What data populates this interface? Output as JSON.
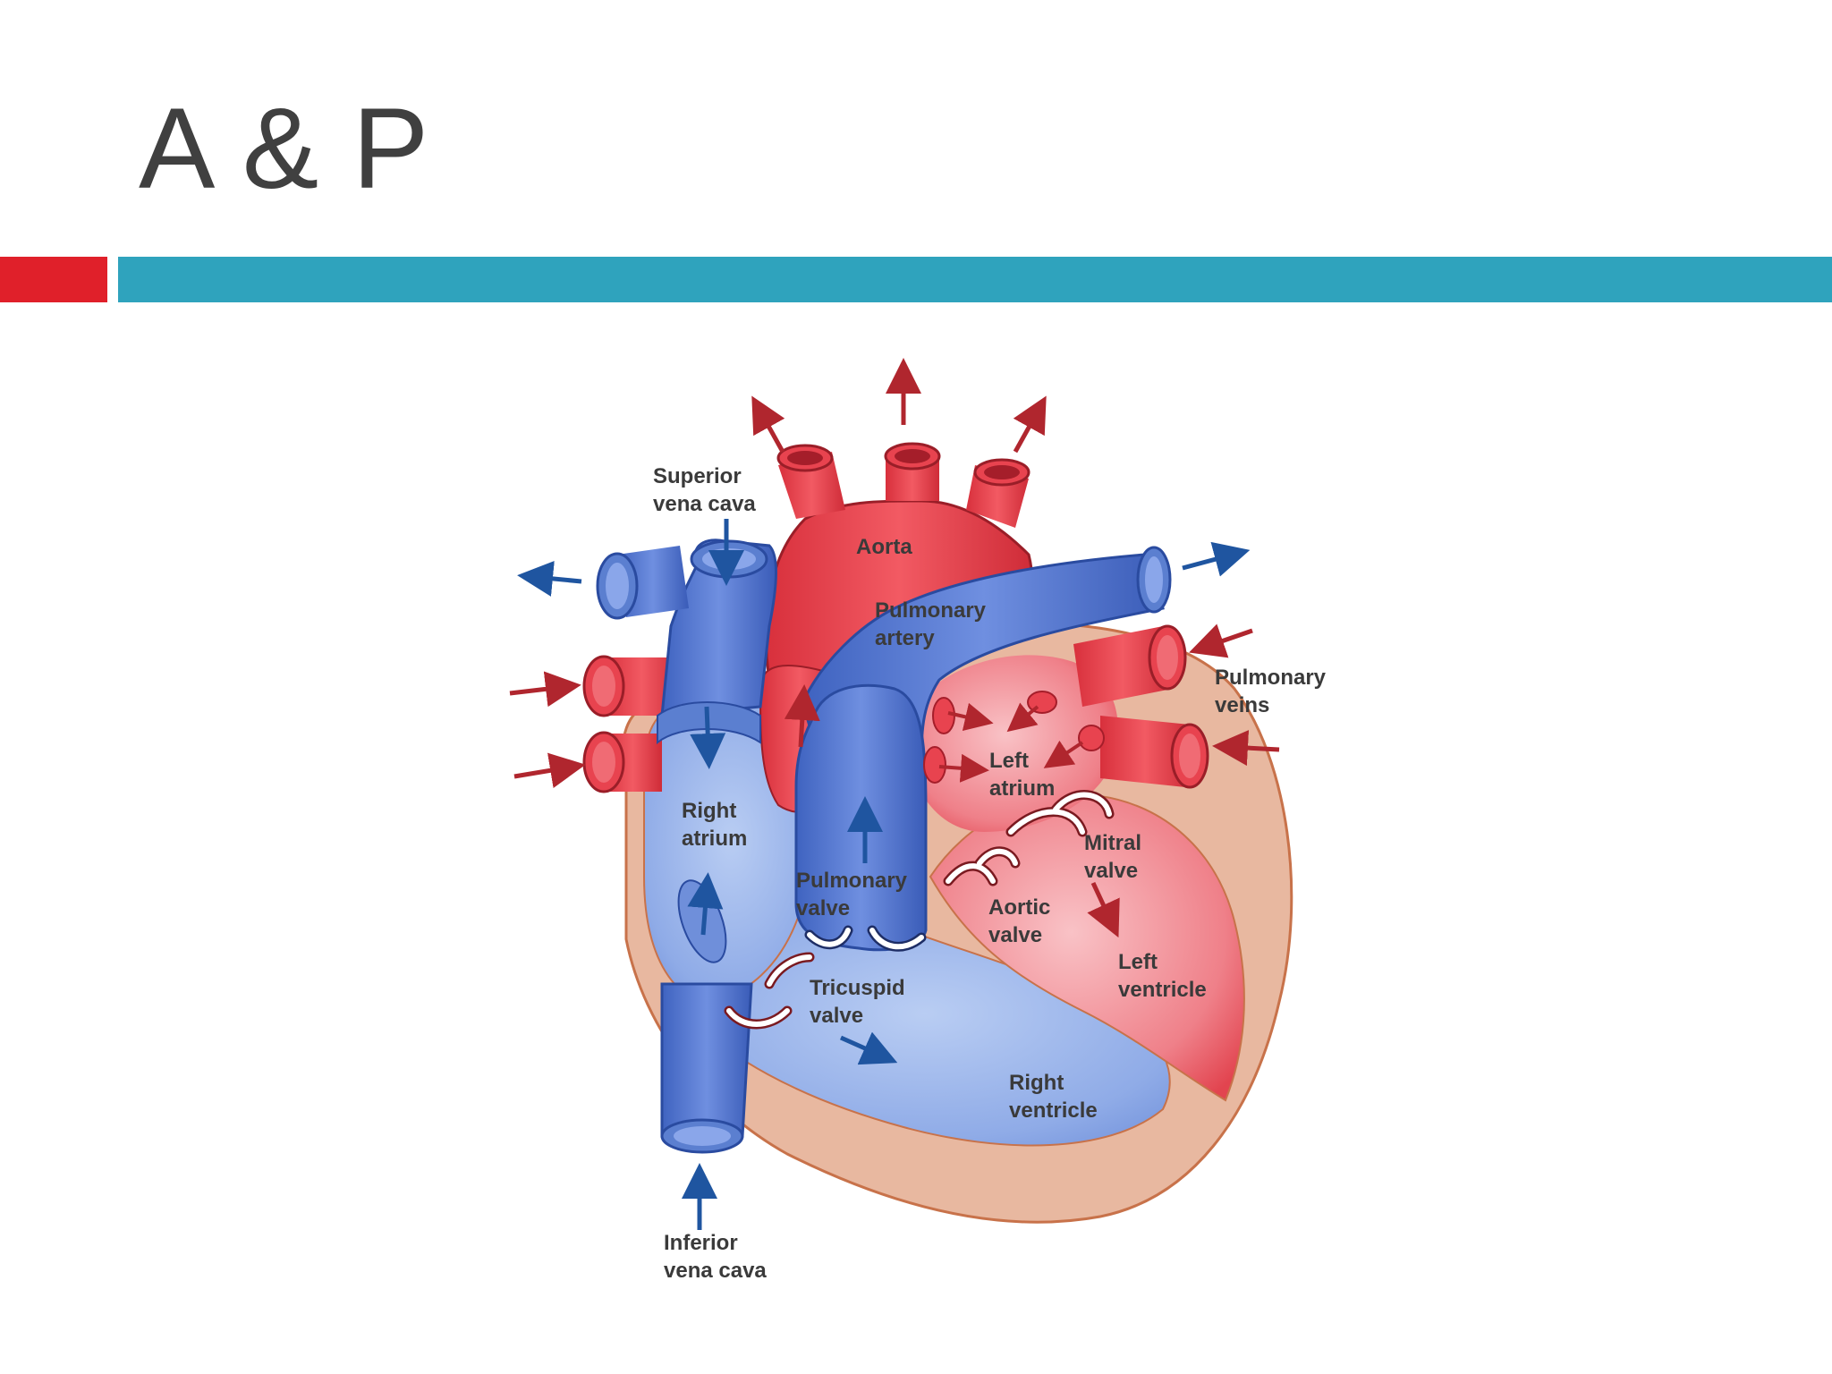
{
  "slide": {
    "title": "A & P"
  },
  "colors": {
    "title": "#404040",
    "accent_red": "#e0202a",
    "accent_teal": "#2fa3bd",
    "oxygenated": "#e8434f",
    "deoxygenated": "#5b7fd0",
    "heart_wall": "#e8b8a0",
    "arrow_red": "#b0262e",
    "arrow_blue": "#1f55a0"
  },
  "diagram": {
    "labels": {
      "superior_vena_cava": [
        "Superior",
        "vena cava"
      ],
      "aorta": [
        "Aorta"
      ],
      "pulmonary_artery": [
        "Pulmonary",
        "artery"
      ],
      "pulmonary_veins": [
        "Pulmonary",
        "veins"
      ],
      "left_atrium": [
        "Left",
        "atrium"
      ],
      "right_atrium": [
        "Right",
        "atrium"
      ],
      "mitral_valve": [
        "Mitral",
        "valve"
      ],
      "pulmonary_valve": [
        "Pulmonary",
        "valve"
      ],
      "aortic_valve": [
        "Aortic",
        "valve"
      ],
      "left_ventricle": [
        "Left",
        "ventricle"
      ],
      "tricuspid_valve": [
        "Tricuspid",
        "valve"
      ],
      "right_ventricle": [
        "Right",
        "ventricle"
      ],
      "inferior_vena_cava": [
        "Inferior",
        "vena cava"
      ]
    }
  }
}
